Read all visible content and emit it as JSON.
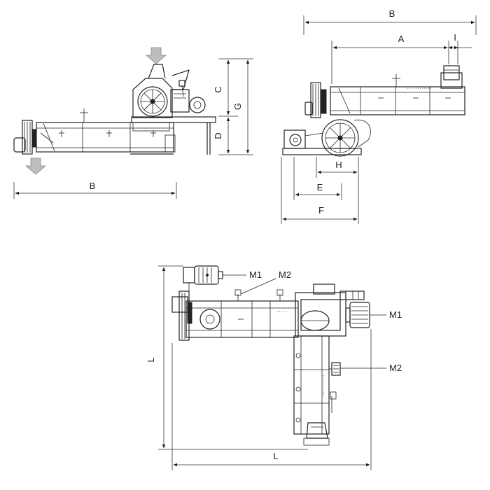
{
  "side_view": {
    "dimensions": {
      "b": "B",
      "c": "C",
      "d": "D",
      "g": "G"
    }
  },
  "front_view": {
    "dimensions": {
      "b": "B",
      "a": "A",
      "i": "I",
      "h": "H",
      "e": "E",
      "f": "F"
    }
  },
  "plan_view": {
    "dimensions": {
      "l_vertical": "L",
      "l_horizontal": "L"
    },
    "callouts": {
      "m1_top": "M1",
      "m2_top": "M2",
      "m1_right": "M1",
      "m2_right": "M2"
    }
  },
  "colors": {
    "ink": "#222222",
    "arrow_fill": "#bdbdbd"
  }
}
